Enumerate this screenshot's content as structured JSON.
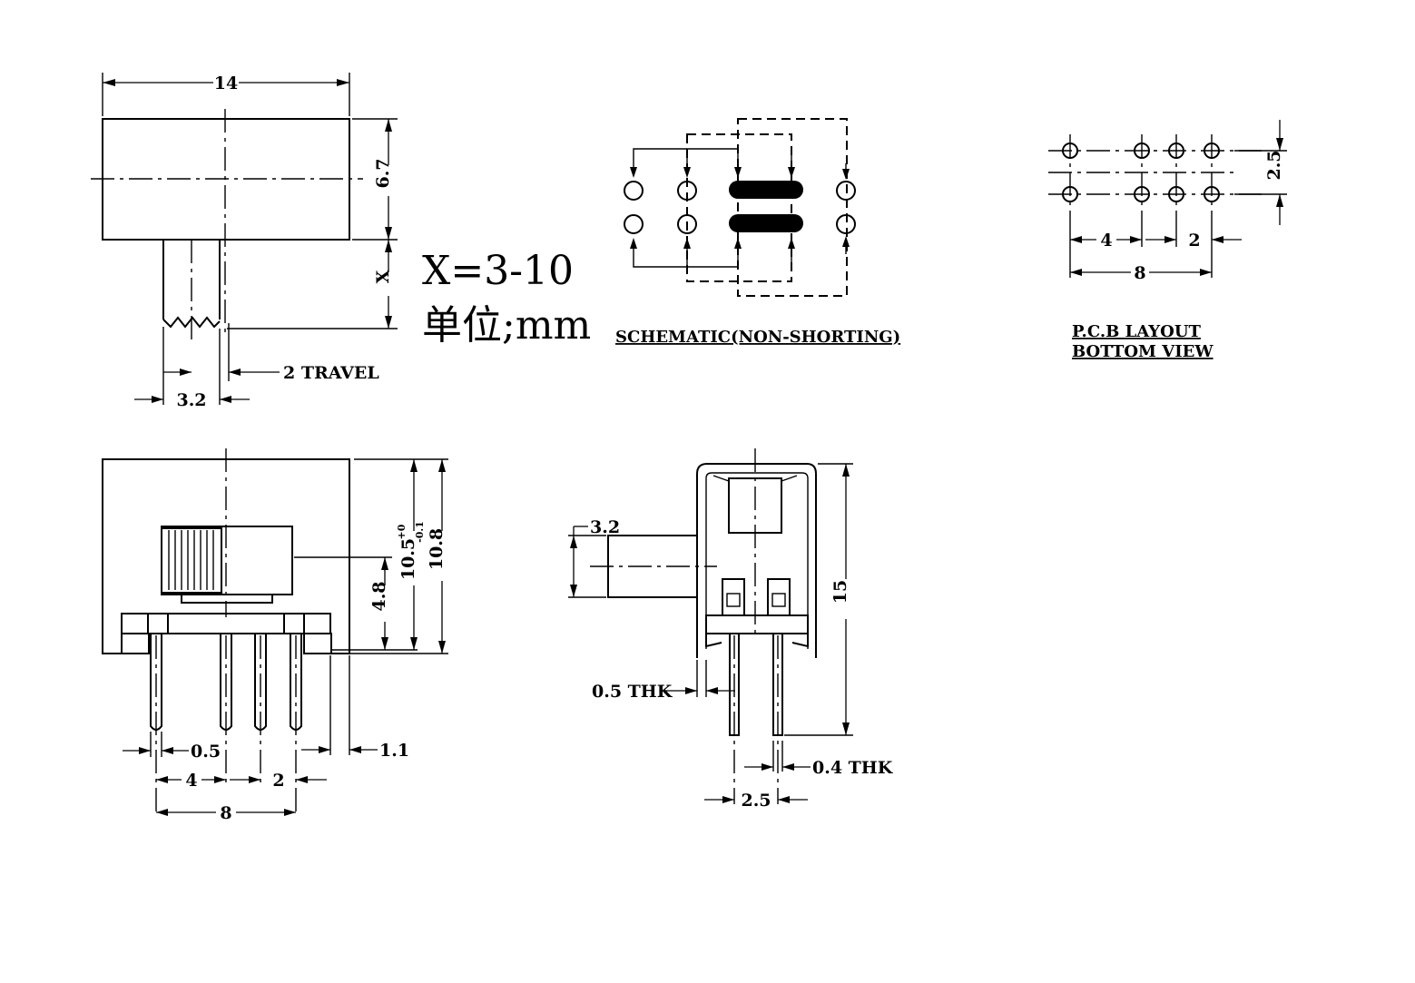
{
  "top_view": {
    "dim_width": "14",
    "dim_height": "6.7",
    "dim_x": "X",
    "dim_actuator": "3.2",
    "travel": "2 TRAVEL"
  },
  "notes": {
    "x_range": "X=3-10",
    "unit": "单位;mm"
  },
  "schematic": {
    "caption": "SCHEMATIC(NON-SHORTING)"
  },
  "pcb": {
    "caption_line1": "P.C.B LAYOUT",
    "caption_line2": "BOTTOM VIEW",
    "dim_row_pitch": "2.5",
    "dim_pitch_4": "4",
    "dim_pitch_2": "2",
    "dim_span_8": "8"
  },
  "front_view": {
    "dim_height_a": "10.5",
    "dim_tol_upper": "+0",
    "dim_tol_lower": "-0.1",
    "dim_height_b": "10.8",
    "dim_knob": "4.8",
    "dim_pin": "0.5",
    "dim_side": "1.1",
    "dim_pitch_4": "4",
    "dim_pitch_2": "2",
    "dim_span_8": "8"
  },
  "side_view": {
    "dim_actuator": "3.2",
    "dim_height": "15",
    "dim_shell_thk": "0.5 THK",
    "dim_pin_thk": "0.4 THK",
    "dim_pin_pitch": "2.5"
  }
}
